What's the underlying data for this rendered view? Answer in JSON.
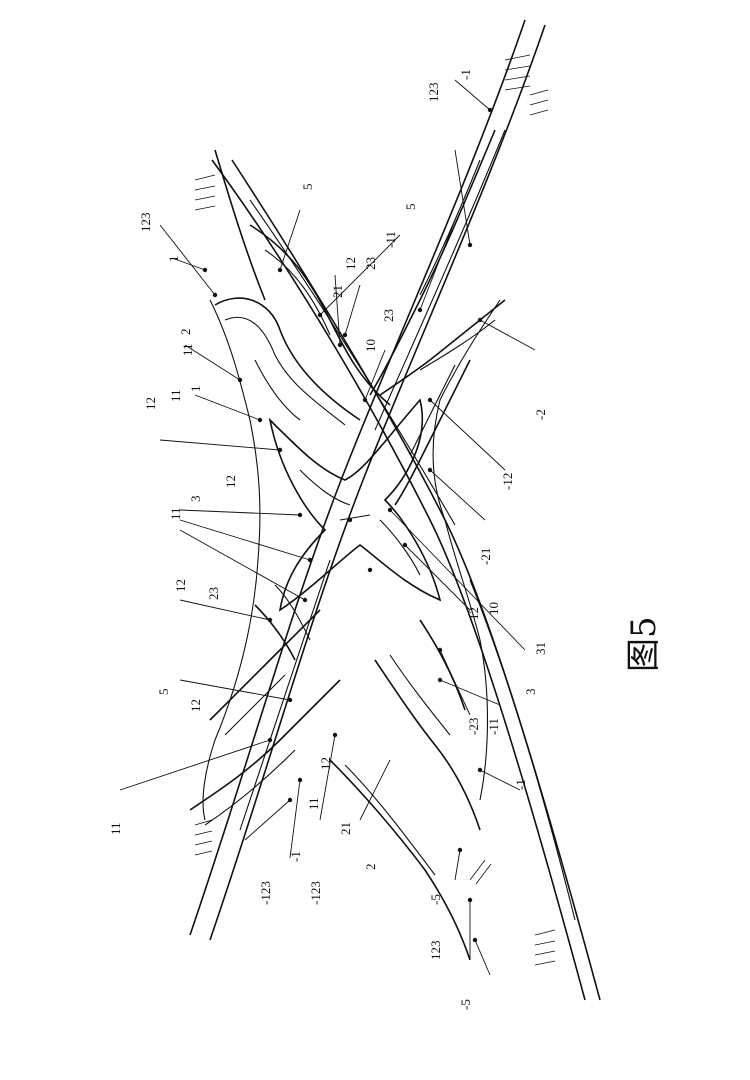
{
  "figure": {
    "caption": "图5",
    "labels": [
      "1",
      "2",
      "3",
      "5",
      "10",
      "11",
      "12",
      "21",
      "23",
      "31",
      "123",
      "-1",
      "-2",
      "-5",
      "-11",
      "-12",
      "-21",
      "-23",
      "-123"
    ]
  }
}
